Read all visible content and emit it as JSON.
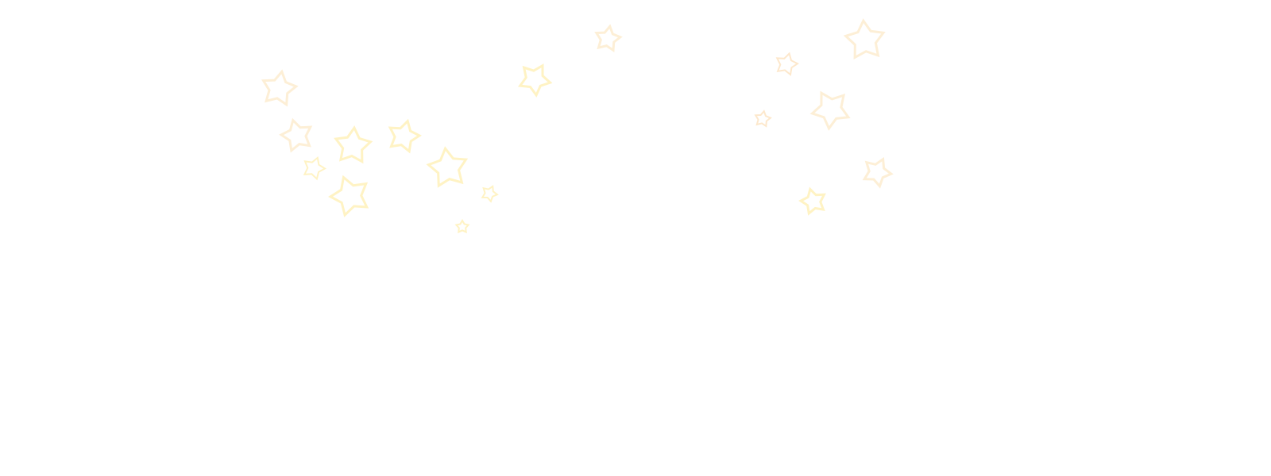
{
  "background_color": "#ffffff",
  "star_colors": {
    "pale_yellow": "#fff3c4",
    "pale_peach": "#fde8cc",
    "soft_cream": "#fdefd6"
  },
  "stars": [
    {
      "icon": "star-outline-icon",
      "color_key": "soft_cream"
    },
    {
      "icon": "star-outline-icon",
      "color_key": "soft_cream"
    },
    {
      "icon": "star-outline-icon",
      "color_key": "pale_yellow"
    },
    {
      "icon": "star-outline-icon",
      "color_key": "pale_yellow"
    },
    {
      "icon": "star-outline-icon",
      "color_key": "pale_yellow"
    },
    {
      "icon": "star-outline-icon",
      "color_key": "pale_yellow"
    },
    {
      "icon": "star-outline-icon",
      "color_key": "pale_yellow"
    },
    {
      "icon": "star-outline-icon",
      "color_key": "pale_yellow"
    },
    {
      "icon": "star-outline-icon",
      "color_key": "pale_yellow"
    },
    {
      "icon": "star-outline-icon",
      "color_key": "pale_yellow"
    },
    {
      "icon": "star-outline-icon",
      "color_key": "soft_cream"
    },
    {
      "icon": "star-outline-icon",
      "color_key": "soft_cream"
    },
    {
      "icon": "star-outline-icon",
      "color_key": "pale_peach"
    },
    {
      "icon": "star-outline-icon",
      "color_key": "soft_cream"
    },
    {
      "icon": "star-outline-icon",
      "color_key": "pale_peach"
    },
    {
      "icon": "star-outline-icon",
      "color_key": "soft_cream"
    },
    {
      "icon": "star-outline-icon",
      "color_key": "pale_yellow"
    },
    {
      "icon": "star-outline-icon",
      "color_key": "soft_cream"
    }
  ]
}
